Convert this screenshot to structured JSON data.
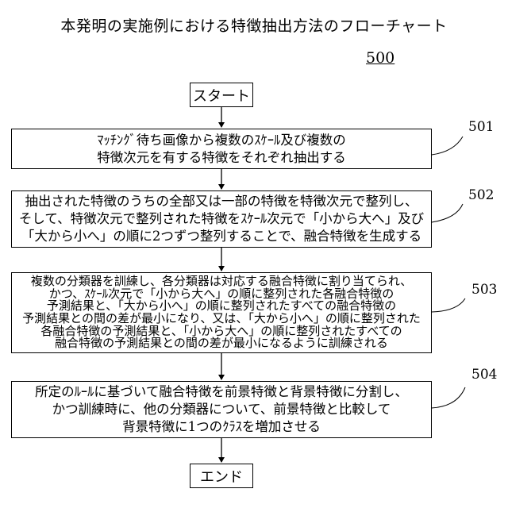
{
  "title": "本発明の実施例における特徴抽出方法のフローチャート",
  "figure_number": "500",
  "start_label": "スタート",
  "end_label": "エンド",
  "steps": [
    {
      "ref": "501",
      "lines": [
        "ﾏｯﾁﾝｸﾞ待ち画像から複数のｽｹｰﾙ及び複数の",
        "特徴次元を有する特徴をそれぞれ抽出する"
      ]
    },
    {
      "ref": "502",
      "lines": [
        "抽出された特徴のうちの全部又は一部の特徴を特徴次元で整列し、",
        "そして、特徴次元で整列された特徴をｽｹｰﾙ次元で「小から大へ」及び",
        "「大から小へ」の順に2つずつ整列することで、融合特徴を生成する"
      ]
    },
    {
      "ref": "503",
      "lines": [
        "複数の分類器を訓練し、各分類器は対応する融合特徴に割り当てられ、",
        "かつ、ｽｹｰﾙ次元で「小から大へ」の順に整列された各融合特徴の",
        "予測結果と、「大から小へ」の順に整列されたすべての融合特徴の",
        "予測結果との間の差が最小になり、又は、「大から小へ」の順に整列された",
        "各融合特徴の予測結果と、「小から大へ」の順に整列されたすべての",
        "融合特徴の予測結果との間の差が最小になるように訓練される"
      ]
    },
    {
      "ref": "504",
      "lines": [
        "所定のﾙｰﾙに基づいて融合特徴を前景特徴と背景特徴に分割し、",
        "かつ訓練時に、他の分類器について、前景特徴と比較して",
        "背景特徴に1つのｸﾗｽを増加させる"
      ]
    }
  ]
}
